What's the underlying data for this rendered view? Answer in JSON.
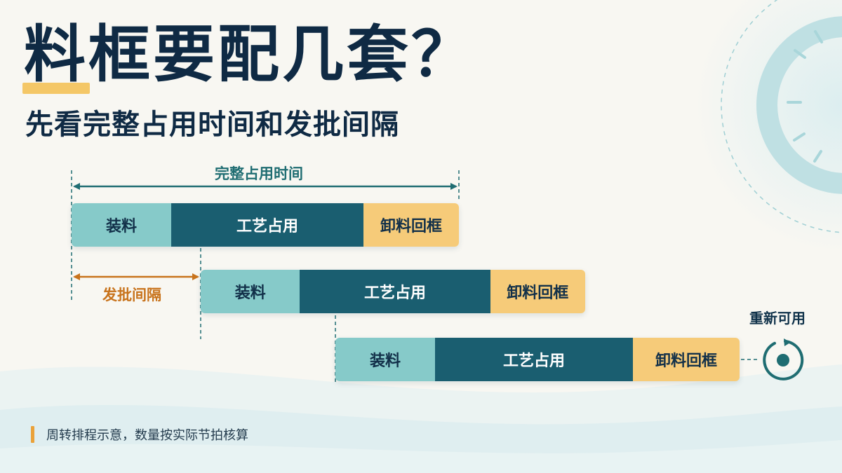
{
  "title": "料框要配几套？",
  "subtitle": "先看完整占用时间和发批间隔",
  "dimensions": {
    "total_occupancy": "完整占用时间",
    "batch_interval": "发批间隔"
  },
  "batches": [
    {
      "load": "装料",
      "process": "工艺占用",
      "unload": "卸料回框"
    },
    {
      "load": "装料",
      "process": "工艺占用",
      "unload": "卸料回框"
    },
    {
      "load": "装料",
      "process": "工艺占用",
      "unload": "卸料回框"
    }
  ],
  "reusable_label": "重新可用",
  "footer_note": "周转排程示意，数量按实际节拍核算",
  "icons": [
    "clock-icon",
    "cycle-icon"
  ],
  "colors": {
    "load": "#86cac9",
    "process": "#1a5e70",
    "unload": "#f6cb79",
    "title": "#0f2a44",
    "accent": "#f4c767",
    "interval": "#c8731c",
    "dimension": "#1f6d72"
  }
}
